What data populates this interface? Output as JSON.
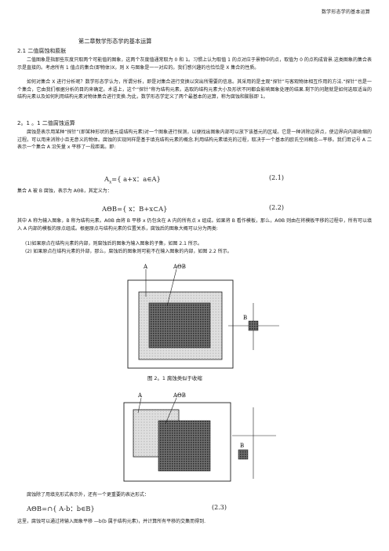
{
  "header": {
    "running_title": "数学形态学的基本运算"
  },
  "chapter_title": "第二章数学形态学的基本运算",
  "section_2_1": "2.1 二值腐蚀和膨胀",
  "para1": "二值图象是指那些灰度只取两个可能值的图象，这两个灰度值通常取为 0 和 1。习惯上认为取值 1 的点对应于景物中的点，取值为 0 的点构成背景.这类图象的集合表示是直接的。考虑所有 1 值点的集合(即物体)X，则 X 与图象是一一对应的。我们感兴趣的也恰恰是 X 集合的性质。",
  "para2": "如何对集合 X 进行分析呢？数学形态学认为，所谓分析，即是对集合进行变换以突出所需要的信息。其采用的是主观“探针”与客观物体相互作用的方法.“探针”也是一个集合，它由我们根据分析的目的来确定。术语上，这个“探针”称为结构元素。选取的结构元素大小及形状不同都会影响图象处理的结果.剩下的问题就是如何选取适当的结构元素以及如何利用结构元素对物体集合进行变换.为此，数学形态学定义了两个最基本的运算，称为腐蚀和膨胀即 1。",
  "section_2_1_1": "2。1 。1 二值腐蚀运算",
  "para3": "腐蚀是表示用某种“探针”(即某种形状的基元或结构元素)对一个图象进行探测，以便找出图象内部可以放下该基元的区域。它是一种消除边界点，使边界向内部收缩的过程。可以用来消除小且无意义的物体。腐蚀的实现同样是基于填充结构元素的概念.利用结构元素填充的过程，取决于一个基本的欧氏空间概念—平移。我们用记号 A 二表示一个集合 A 沿矢量 x 平移了一段距离。即:",
  "eq21": {
    "lhs": "A",
    "sub": "x",
    "rhs": "={ a+x：a∈A}",
    "num": "(2.1)"
  },
  "para4": "集合 A 被 B 腐蚀，表示为 AΘB，其定义为：",
  "eq22": {
    "text": "AΘB={ x：B+x⊂A}",
    "num": "(2.2)"
  },
  "para5": "其中 A 称为输入图象，B 称为结构元素。AΘB 由将 B 平移 x 仍包含在 A 内的所有点 x 组成。如果将 B 看作模板，那么，AΘB 则由在将模板平移的过程中，所有可以填入 A 内部的模板的原点组成。根据原点与结构元素的位置关系，腐蚀后的图象大概可以分为两类:",
  "item1": "(1)如果原点在结构元素的内部，则腐蚀后的图象为输入图象的子集，如图 2.1 所示。",
  "item2": "(2) 如果原点在结构元素的外部，那么，腐蚀后的图象则可能不在输入图象的内部，如图 2.2 所示。",
  "fig1": {
    "label_a": "A",
    "label_ab": "AΘB",
    "label_b": "B"
  },
  "fig1_caption": "图 2。1 腐蚀类似于收缩",
  "fig2": {
    "label_a": "A",
    "label_ab": "AΘB",
    "label_b": "B"
  },
  "para6": "腐蚀除了用填充形式表示外，还有一个更重要的表达形式：",
  "eq23": {
    "text": "AΘB=∩{ A-b：b∈B}",
    "num": "(2.3)"
  },
  "para7": "这里，腐蚀可以通过将输入图象平移 —b(b 属于结构元素)，并计算所有平移的交集而得到."
}
